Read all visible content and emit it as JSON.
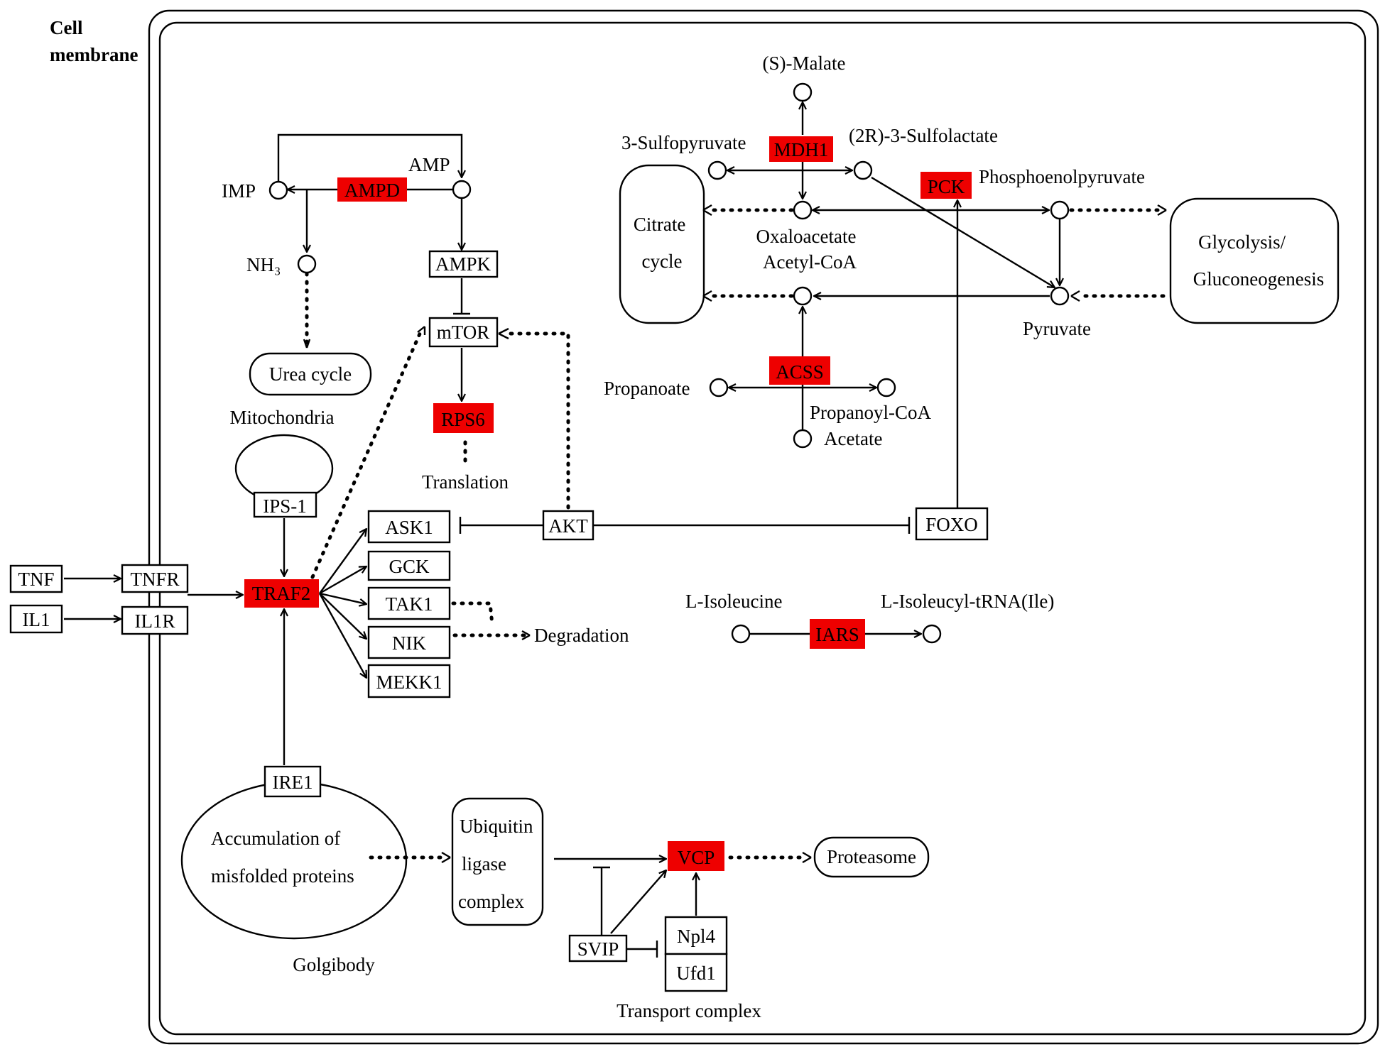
{
  "compartments": {
    "cell_membrane": [
      "Cell",
      "membrane"
    ],
    "mitochondria": "Mitochondria",
    "golgibody": "Golgibody",
    "transport_complex": "Transport complex"
  },
  "genes": {
    "ampd": "AMPD",
    "ampk": "AMPK",
    "mtor": "mTOR",
    "rps6": "RPS6",
    "ips1": "IPS-1",
    "traf2": "TRAF2",
    "tnf": "TNF",
    "tnfr": "TNFR",
    "il1": "IL1",
    "il1r": "IL1R",
    "ask1": "ASK1",
    "gck": "GCK",
    "tak1": "TAK1",
    "nik": "NIK",
    "mekk1": "MEKK1",
    "akt": "AKT",
    "foxo": "FOXO",
    "ire1": "IRE1",
    "vcp": "VCP",
    "svip": "SVIP",
    "npl4": "Npl4",
    "ufd1": "Ufd1",
    "mdh1": "MDH1",
    "pck": "PCK",
    "acss": "ACSS",
    "iars": "IARS"
  },
  "compounds": {
    "imp": "IMP",
    "amp": "AMP",
    "nh3": "NH₃",
    "s_malate": "(S)-Malate",
    "sulfopyruvate": "3-Sulfopyruvate",
    "sulfolactate": "(2R)-3-Sulfolactate",
    "pep": "Phosphoenolpyruvate",
    "oxaloacetate": "Oxaloacetate",
    "acetyl_coa": "Acetyl-CoA",
    "pyruvate": "Pyruvate",
    "propanoate": "Propanoate",
    "propanoyl_coa": "Propanoyl-CoA",
    "acetate": "Acetate",
    "l_isoleucine": "L-Isoleucine",
    "l_isoleucyl_trna": "L-Isoleucyl-tRNA(Ile)"
  },
  "processes": {
    "urea_cycle": "Urea cycle",
    "translation": "Translation",
    "degradation": "Degradation",
    "citrate_cycle": [
      "Citrate",
      "cycle"
    ],
    "glycolysis": [
      "Glycolysis/",
      "Gluconeogenesis"
    ],
    "misfolded": [
      "Accumulation of",
      "misfolded proteins"
    ],
    "ubiquitin": [
      "Ubiquitin",
      "ligase",
      "complex"
    ],
    "proteasome": "Proteasome"
  },
  "colors": {
    "highlight": "#ee0000",
    "line": "#000000"
  }
}
